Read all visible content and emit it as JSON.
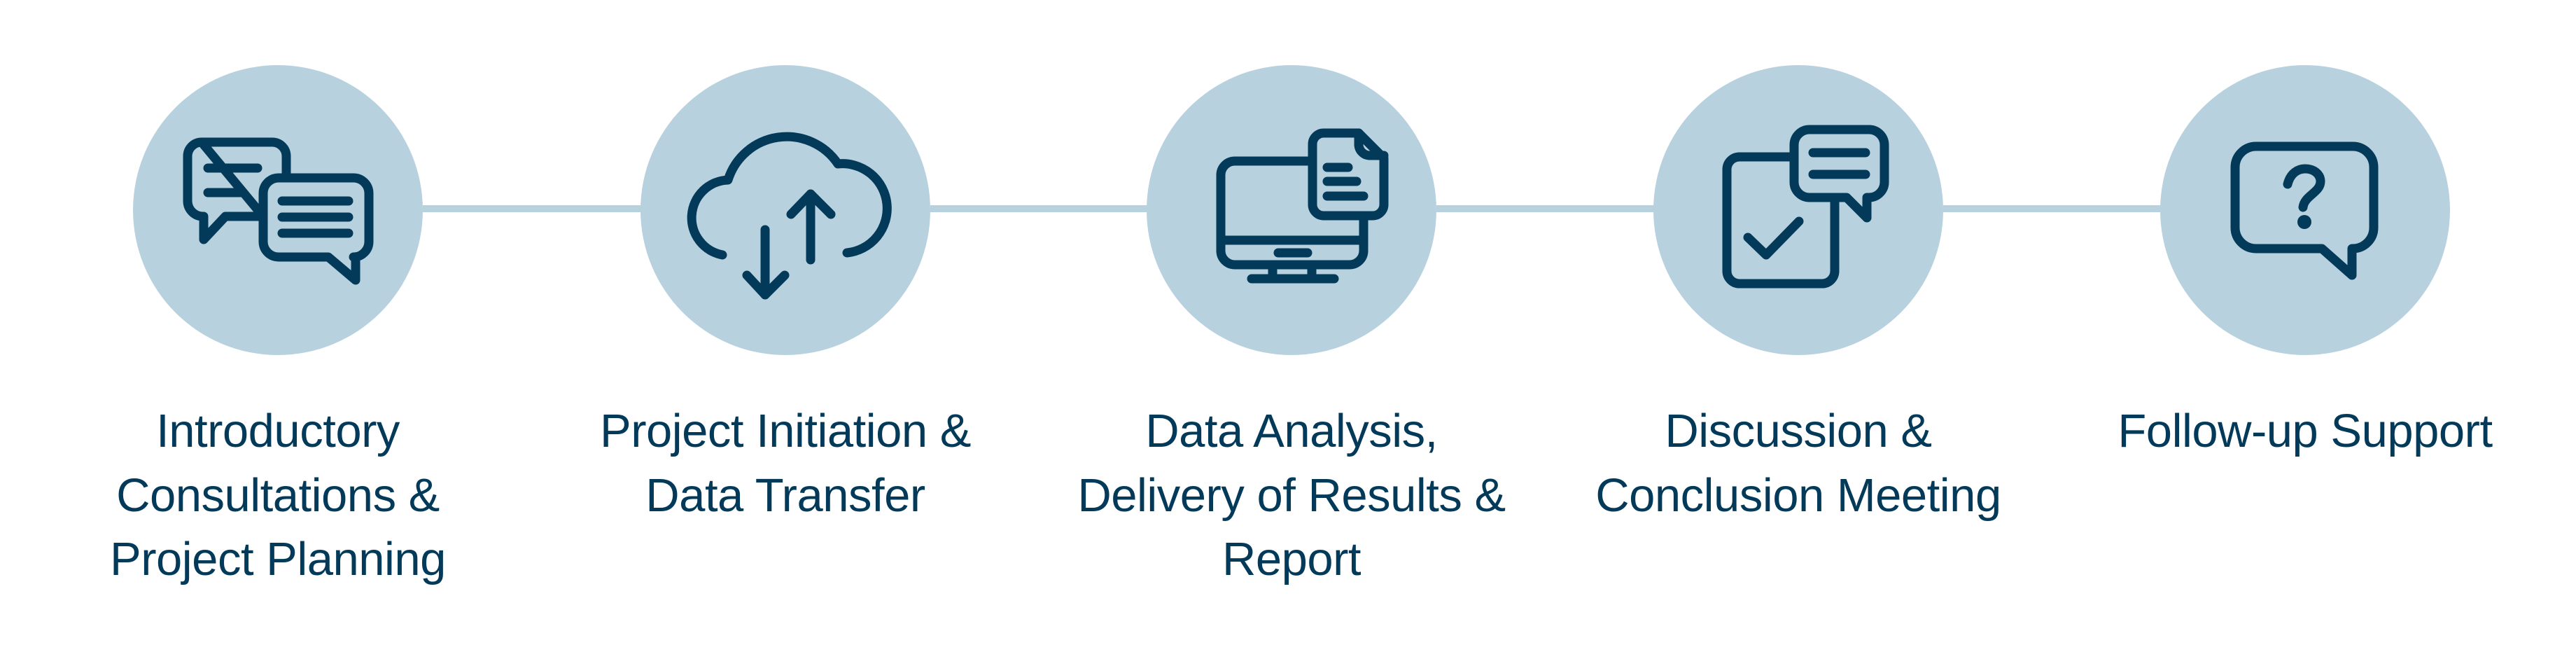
{
  "diagram": {
    "type": "process-flow",
    "colors": {
      "circle_fill": "#b8d1de",
      "connector": "#b8d1de",
      "icon_stroke": "#043a59",
      "text": "#043a59",
      "background": "#ffffff"
    },
    "steps": [
      {
        "icon": "chat-bubbles-icon",
        "label_lines": [
          "Introductory",
          "Consultations &",
          "Project Planning"
        ]
      },
      {
        "icon": "cloud-upload-download-icon",
        "label_lines": [
          "Project Initiation &",
          "Data Transfer"
        ]
      },
      {
        "icon": "monitor-document-icon",
        "label_lines": [
          "Data Analysis,",
          "Delivery of Results &",
          "Report"
        ]
      },
      {
        "icon": "checklist-comment-icon",
        "label_lines": [
          "Discussion &",
          "Conclusion Meeting"
        ]
      },
      {
        "icon": "question-bubble-icon",
        "label_lines": [
          "Follow-up Support"
        ]
      }
    ]
  }
}
